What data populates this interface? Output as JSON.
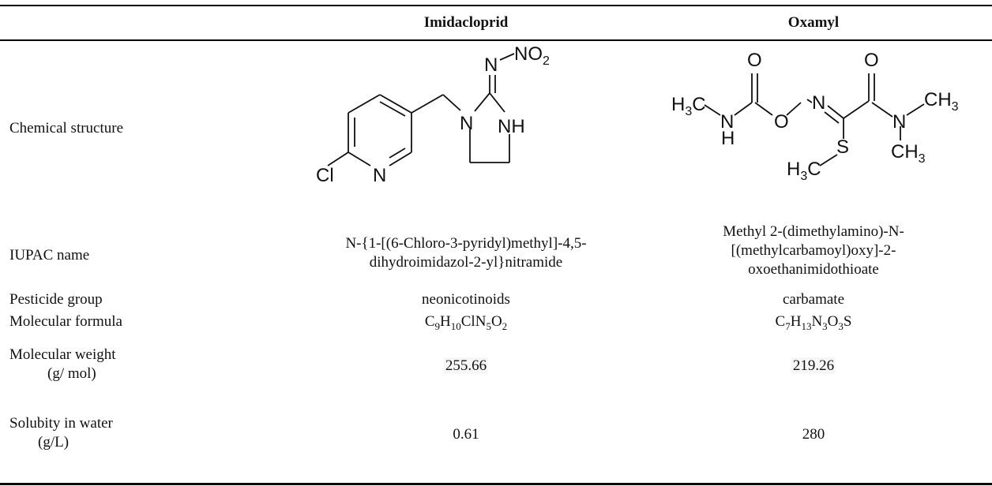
{
  "table": {
    "headers": [
      "",
      "Imidacloprid",
      "Oxamyl"
    ],
    "rows": {
      "structure": {
        "label": "Chemical structure"
      },
      "iupac": {
        "label": "IUPAC name",
        "imidacloprid": [
          "N-{1-[(6-Chloro-3-pyridyl)methyl]-4,5-",
          "dihydroimidazol-2-yl}nitramide"
        ],
        "oxamyl": [
          "Methyl 2-(dimethylamino)-N-",
          "[(methylcarbamoyl)oxy]-2-",
          "oxoethanimidothioate"
        ]
      },
      "group": {
        "label": "Pesticide group",
        "imidacloprid": "neonicotinoids",
        "oxamyl": "carbamate"
      },
      "formula": {
        "label": "Molecular formula",
        "imidacloprid": "C9H10ClN5O2",
        "oxamyl": "C7H13N3O3S"
      },
      "weight": {
        "label_lines": [
          "Molecular weight",
          "(g/ mol)"
        ],
        "imidacloprid": "255.66",
        "oxamyl": "219.26"
      },
      "solubility": {
        "label_lines": [
          "Solubity in water",
          "(g/L)"
        ],
        "imidacloprid": "0.61",
        "oxamyl": "280"
      }
    }
  },
  "structure_atoms": {
    "imidacloprid": {
      "n_top": "N",
      "no2": "NO",
      "no2_sub": "2",
      "n_ring": "N",
      "nh": "NH",
      "cl": "Cl",
      "n_pyr": "N"
    },
    "oxamyl": {
      "o1": "O",
      "o2": "O",
      "h3c": "H",
      "h3c_sub": "3",
      "c": "C",
      "n1": "N",
      "h": "H",
      "o_link": "O",
      "n2": "N",
      "n3": "N",
      "ch3_a": "CH",
      "ch3_a_sub": "3",
      "ch3_b": "CH",
      "ch3_b_sub": "3",
      "s": "S",
      "h3c_s": "H",
      "h3c_s_sub": "3",
      "c_s": "C"
    }
  }
}
